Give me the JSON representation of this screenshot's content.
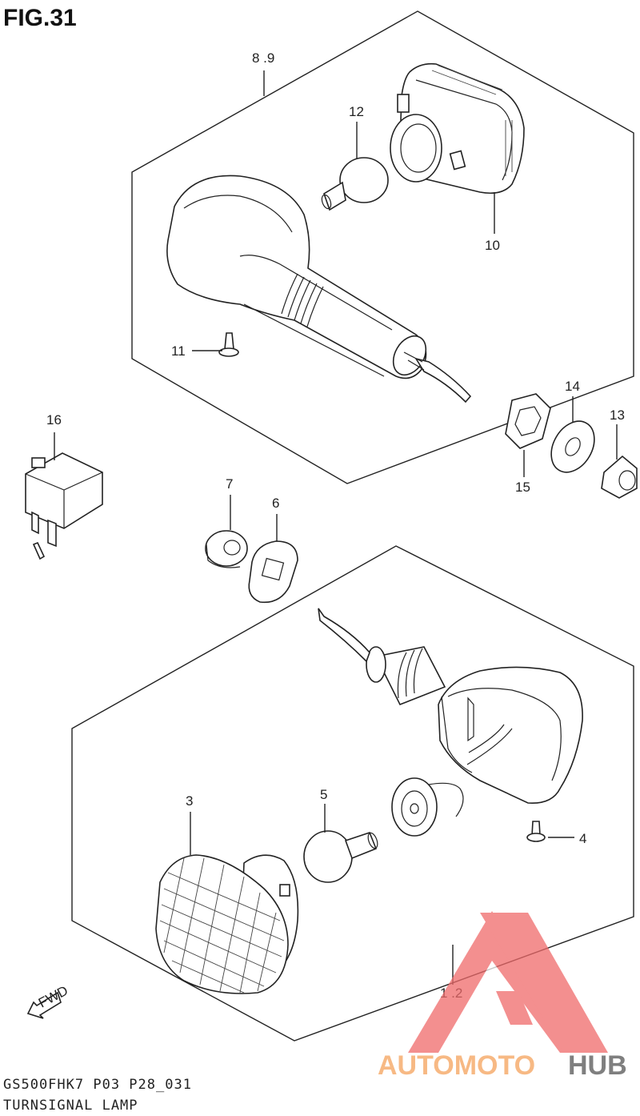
{
  "figure": {
    "title": "FIG.31"
  },
  "callouts": {
    "c89": "8 .9",
    "c12": "12",
    "c10": "10",
    "c11": "11",
    "c16": "16",
    "c14": "14",
    "c13": "13",
    "c15": "15",
    "c7": "7",
    "c6": "6",
    "c3": "3",
    "c5": "5",
    "c4": "4",
    "c12b": "1 .2"
  },
  "fwd": {
    "label": "FWD"
  },
  "footer": {
    "model": "GS500FHK7  P03 P28_031",
    "caption": "TURNSIGNAL  LAMP"
  },
  "watermark": {
    "part1": "AUTOMOTO",
    "part2": "HUB",
    "colors": {
      "orange": "#f5a25c",
      "red": "#ef4f4f",
      "gray": "#555555"
    }
  }
}
